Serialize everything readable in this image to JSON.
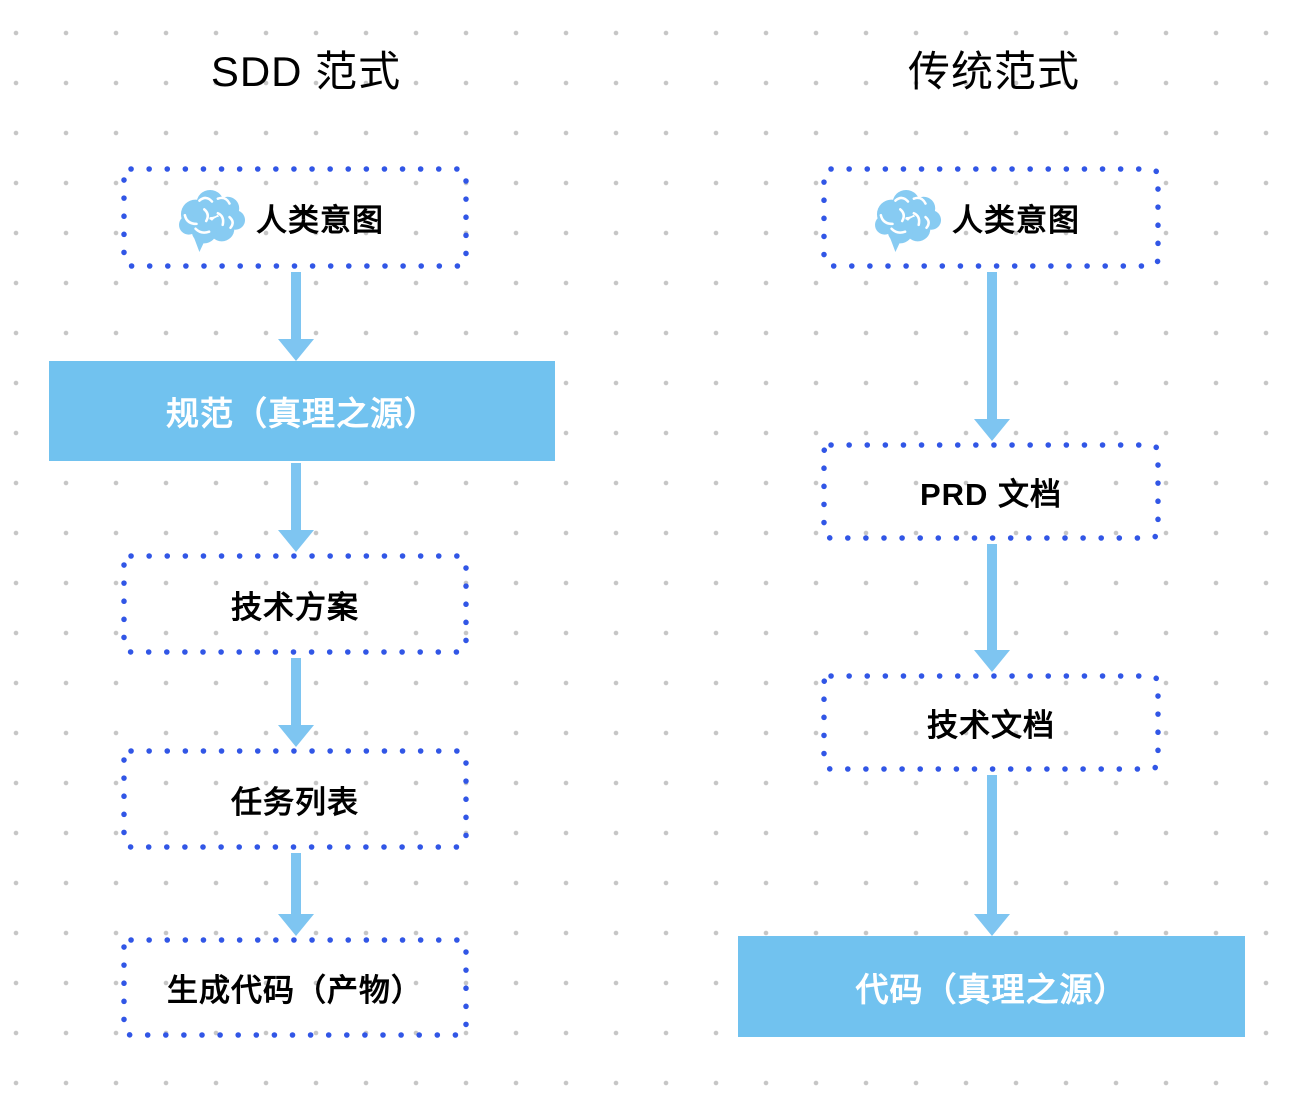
{
  "diagram": {
    "type": "flowchart-comparison",
    "columns": {
      "sdd": {
        "title": "SDD 范式",
        "nodes": {
          "human_intent": "人类意图",
          "spec": "规范（真理之源）",
          "tech_plan": "技术方案",
          "task_list": "任务列表",
          "gen_code": "生成代码（产物）"
        }
      },
      "traditional": {
        "title": "传统范式",
        "nodes": {
          "human_intent": "人类意图",
          "prd_doc": "PRD 文档",
          "tech_doc": "技术文档",
          "code": "代码（真理之源）"
        }
      }
    },
    "icons": {
      "brain": "brain-icon (light blue cartoon brain)"
    },
    "colors": {
      "solid_box_fill": "#71C2EF",
      "solid_box_text": "#FFFFFF",
      "arrow": "#7EC5F1",
      "dotted_border": "#3156E6",
      "grid_dot": "#C6C6C6",
      "text": "#000000",
      "brain_icon": "#87CBF2",
      "background": "#FFFFFF"
    }
  }
}
